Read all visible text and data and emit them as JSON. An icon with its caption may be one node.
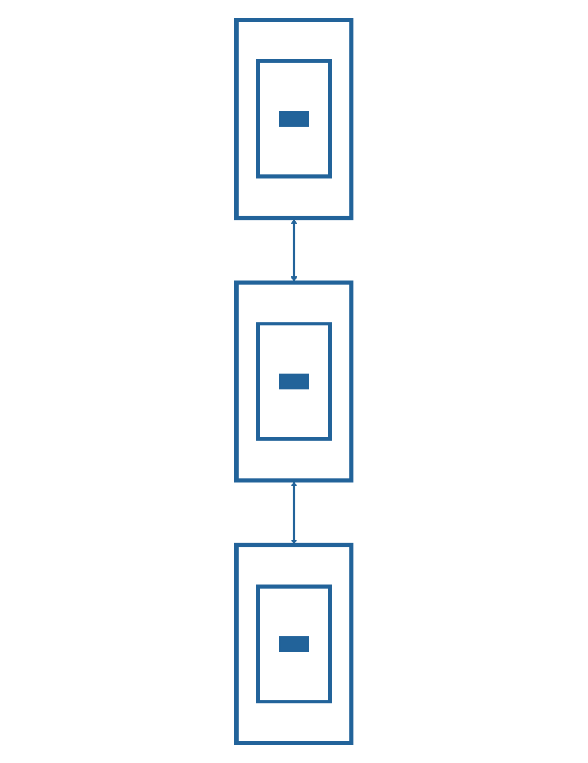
{
  "diagram": {
    "nodes": [
      {
        "text": [],
        "shape": "box"
      },
      {
        "text": [],
        "shape": "box",
        "in": 0
      },
      {
        "text": [],
        "shape": "box",
        "in": 1
      },
      {
        "text": [],
        "shape": "box"
      },
      {
        "text": [],
        "shape": "box",
        "in": 3
      },
      {
        "text": [],
        "shape": "box",
        "in": 4
      },
      {
        "text": [],
        "shape": "box"
      },
      {
        "text": [],
        "shape": "box",
        "in": 6
      },
      {
        "text": [],
        "shape": "box",
        "in": 7
      }
    ],
    "edges": [
      {
        "from": 0,
        "to": 3,
        "arrow": "both"
      },
      {
        "from": 3,
        "to": 6,
        "arrow": "both"
      }
    ]
  }
}
